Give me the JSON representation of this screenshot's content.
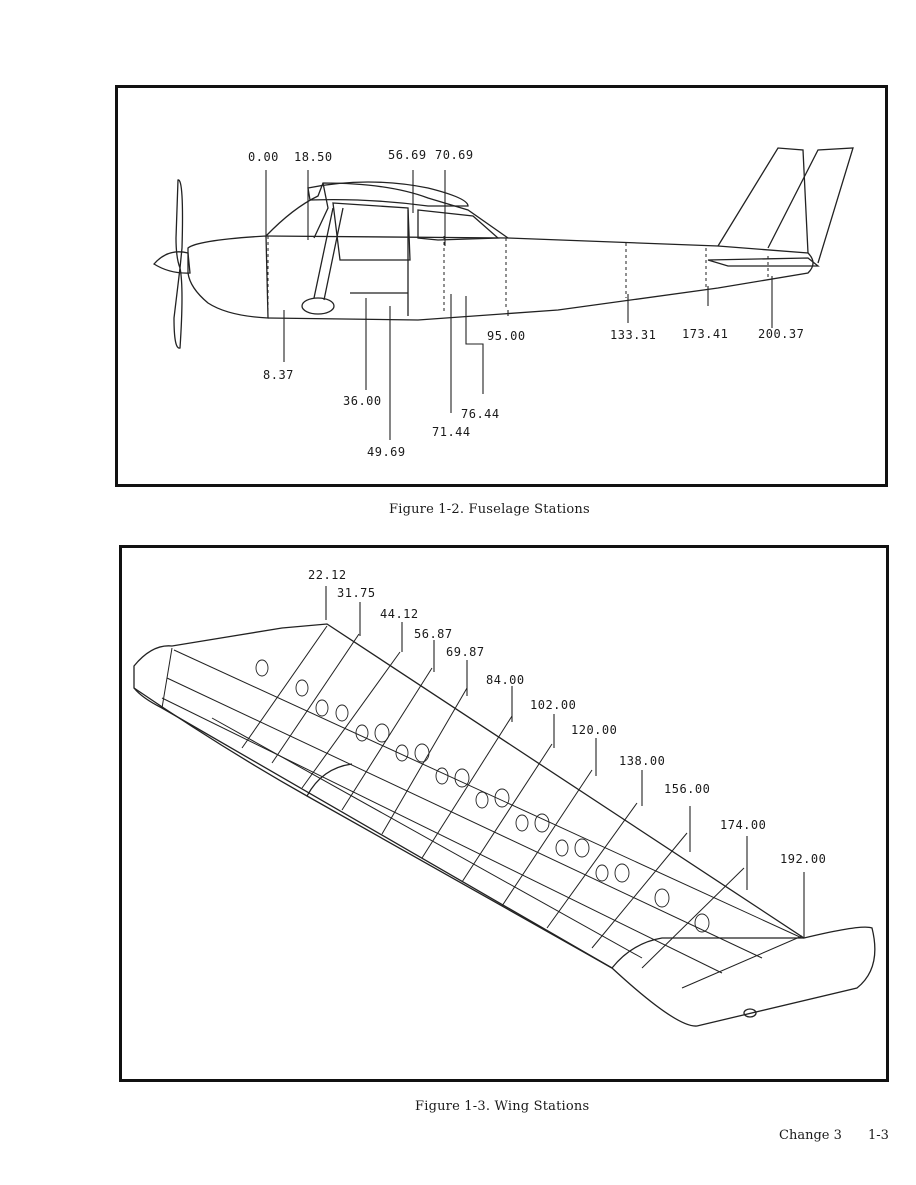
{
  "figure_fuselage": {
    "caption": "Figure 1-2.  Fuselage Stations",
    "stations": [
      "0.00",
      "18.50",
      "56.69",
      "70.69",
      "8.37",
      "36.00",
      "49.69",
      "71.44",
      "76.44",
      "95.00",
      "133.31",
      "173.41",
      "200.37"
    ]
  },
  "figure_wing": {
    "caption": "Figure 1-3.  Wing Stations",
    "stations": [
      "22.12",
      "31.75",
      "44.12",
      "56.87",
      "69.87",
      "84.00",
      "102.00",
      "120.00",
      "138.00",
      "156.00",
      "174.00",
      "192.00"
    ]
  },
  "footer": {
    "change": "Change 3",
    "page": "1-3"
  }
}
